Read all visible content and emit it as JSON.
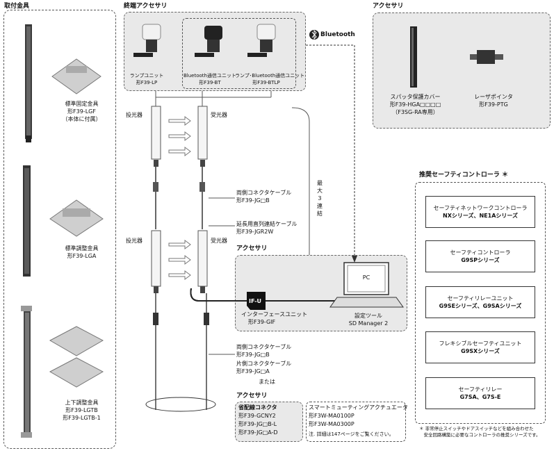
{
  "mounting": {
    "title": "取付金具",
    "items": [
      {
        "name": "標準固定金具",
        "model": "形F39-LGF",
        "note": "（本体に付属）"
      },
      {
        "name": "標準調整金具",
        "model": "形F39-LGA"
      },
      {
        "name": "上下調整金具",
        "model": "形F39-LGTB",
        "model2": "形F39-LGTB-1"
      }
    ]
  },
  "terminal": {
    "title": "終端アクセサリ",
    "items": [
      {
        "name": "ランプユニット",
        "model": "形F39-LP"
      },
      {
        "name": "Bluetooth通信ユニット",
        "model": "形F39-BT"
      },
      {
        "name": "ランプ･Bluetooth通信ユニット",
        "model": "形F39-BTLP"
      }
    ],
    "bluetooth": "Bluetooth"
  },
  "accessory_top": {
    "title": "アクセサリ",
    "items": [
      {
        "name": "スパッタ保護カバー",
        "model": "形F39-HGA□□□□",
        "note": "（F3SG-RA専用）"
      },
      {
        "name": "レーザポインタ",
        "model": "形F39-PTG"
      }
    ]
  },
  "sensor": {
    "emitter": "投光器",
    "receiver": "受光器",
    "max_connect": "最大３連結"
  },
  "cables": {
    "both_side_label": "両側コネクタケーブル",
    "both_side_model": "形F39-JG□B",
    "extension_label": "延長用直列連結ケーブル",
    "extension_model": "形F39-JGR2W",
    "both_side_label2": "両側コネクタケーブル",
    "both_side_model2": "形F39-JG□B",
    "single_side_label": "片側コネクタケーブル",
    "single_side_model": "形F39-JG□A",
    "or": "または"
  },
  "accessory_mid": {
    "title": "アクセサリ",
    "ifu_badge": "IF-U",
    "interface_name": "インターフェースユニット",
    "interface_model": "形F39-GIF",
    "pc_label": "PC",
    "tool_label": "設定ツール",
    "tool_name": "SD Manager 2"
  },
  "accessory_bottom": {
    "title": "アクセサリ",
    "wiring_title": "省配線コネクタ",
    "wiring_models": [
      "形F39-GCNY2",
      "形F39-JG□B-L",
      "形F39-JG□A-D"
    ],
    "muting_title": "スマートミューティングアクチュエータ",
    "muting_models": [
      "形F3W-MA0100P",
      "形F3W-MA0300P"
    ],
    "muting_note": "注. 詳細は147ページをご覧ください。"
  },
  "controllers": {
    "title": "推奨セーフティコントローラ ＊",
    "items": [
      {
        "name": "セーフティネットワークコントローラ",
        "series": "NXシリーズ、NE1Aシリーズ"
      },
      {
        "name": "セーフティコントローラ",
        "series": "G9SPシリーズ"
      },
      {
        "name": "セーフティリレーユニット",
        "series": "G9SEシリーズ、G9SAシリーズ"
      },
      {
        "name": "フレキシブルセーフティユニット",
        "series": "G9SXシリーズ"
      },
      {
        "name": "セーフティリレー",
        "series": "G7SA、G7S-E"
      }
    ],
    "footnote1": "＊ 非常停止スイッチやドアスイッチなどを組み合わせた",
    "footnote2": "　安全回路構築に必要なコントローラの推奨シリーズです。"
  }
}
